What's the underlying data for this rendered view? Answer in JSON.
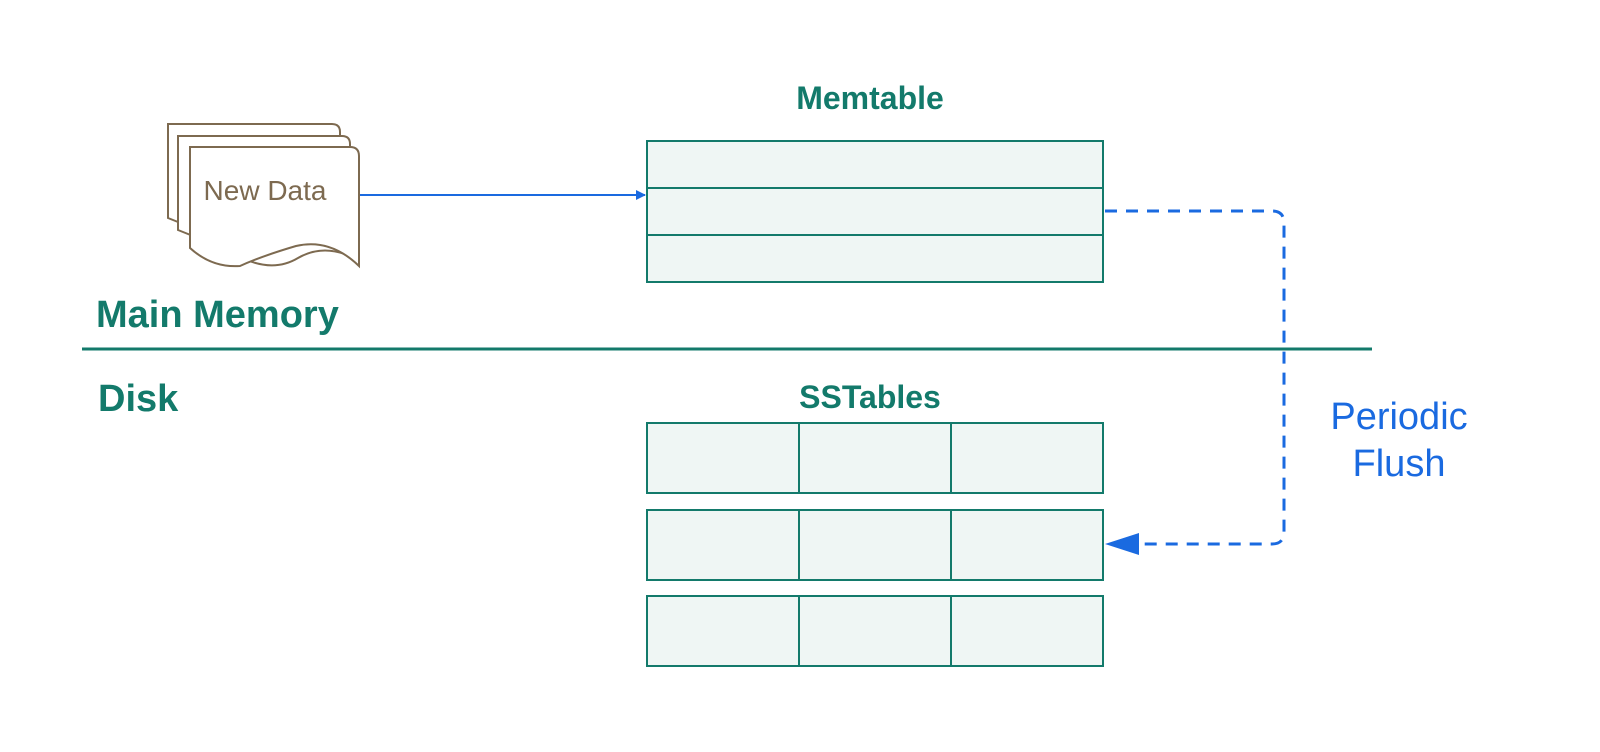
{
  "new_data": {
    "label": "New Data"
  },
  "memtable": {
    "title": "Memtable",
    "rows": 3
  },
  "sstables": {
    "title": "SSTables",
    "tables": 3,
    "cells_per_table": 3
  },
  "regions": {
    "memory_label": "Main Memory",
    "disk_label": "Disk"
  },
  "flush": {
    "line1": "Periodic",
    "line2": "Flush"
  },
  "colors": {
    "teal": "#137a6b",
    "cell_fill": "#eff6f4",
    "doc_stroke": "#7d6a50",
    "doc_text": "#7d6a50",
    "arrow_blue": "#1a6ae0"
  }
}
